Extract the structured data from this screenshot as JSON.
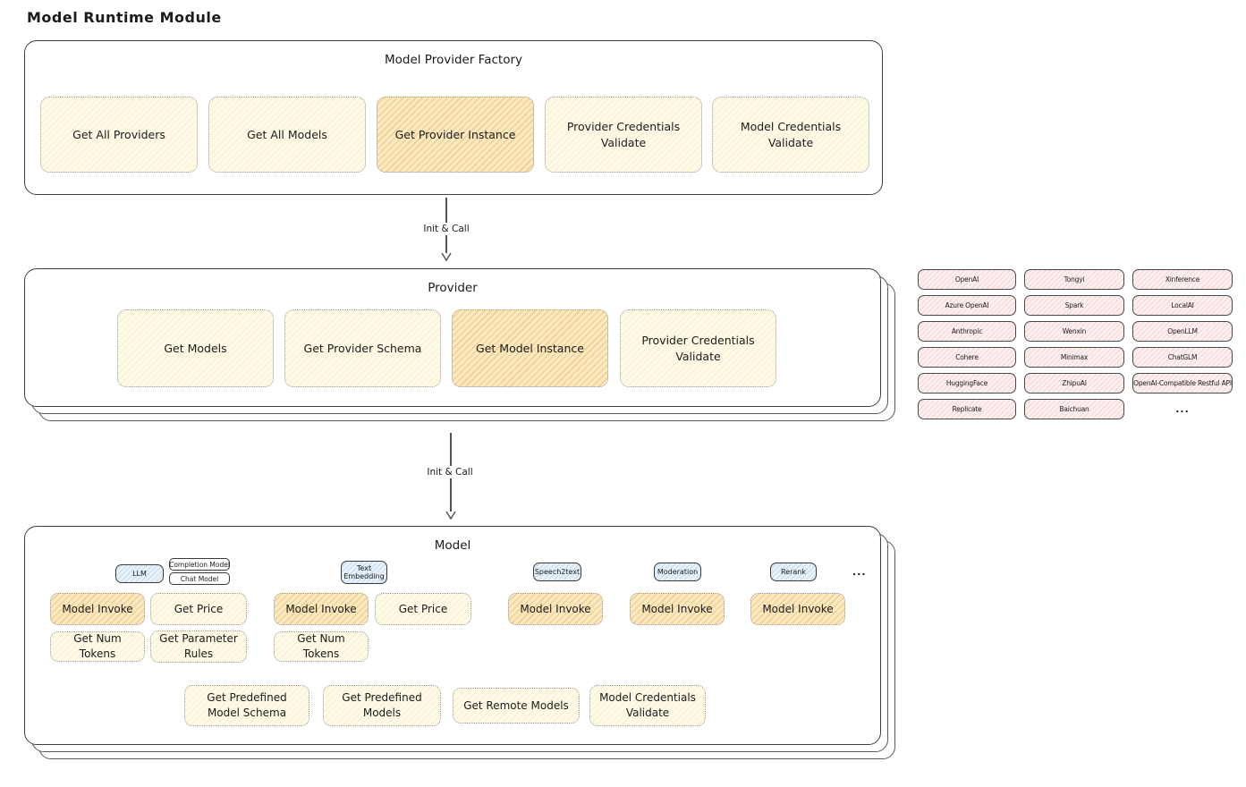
{
  "title": "Model Runtime Module",
  "colors": {
    "box_yellow": "#fefae8",
    "box_orange_highlight": "#faeac3",
    "box_pink": "#fdf0f0",
    "box_blue": "#e8f2fb",
    "stroke_dark": "#3f3f3f",
    "stroke_dotted": "#9b9b9b"
  },
  "factory": {
    "title": "Model Provider Factory",
    "ops": [
      {
        "label": "Get All Providers",
        "highlighted": false
      },
      {
        "label": "Get All Models",
        "highlighted": false
      },
      {
        "label": "Get Provider Instance",
        "highlighted": true
      },
      {
        "label": "Provider Credentials Validate",
        "highlighted": false
      },
      {
        "label": "Model Credentials Validate",
        "highlighted": false
      }
    ]
  },
  "arrow1": {
    "label": "Init & Call"
  },
  "provider": {
    "title": "Provider",
    "ops": [
      {
        "label": "Get Models",
        "highlighted": false
      },
      {
        "label": "Get Provider Schema",
        "highlighted": false
      },
      {
        "label": "Get Model Instance",
        "highlighted": true
      },
      {
        "label": "Provider Credentials Validate",
        "highlighted": false
      }
    ]
  },
  "provider_list": {
    "items": [
      "OpenAI",
      "Tongyi",
      "Xinference",
      "Azure OpenAI",
      "Spark",
      "LocalAI",
      "Anthropic",
      "Wenxin",
      "OpenLLM",
      "Cohere",
      "Minimax",
      "ChatGLM",
      "HuggingFace",
      "ZhipuAI",
      "OpenAI-Compatible Restful API",
      "Replicate",
      "Baichuan"
    ],
    "more": "..."
  },
  "arrow2": {
    "label": "Init & Call"
  },
  "model": {
    "title": "Model",
    "more": "...",
    "types": {
      "llm": "LLM",
      "completion": "Completion Model",
      "chat": "Chat Model",
      "text_embedding": "Text Embedding",
      "speech2text": "Speech2text",
      "moderation": "Moderation",
      "rerank": "Rerank"
    },
    "llm_ops": [
      {
        "label": "Model Invoke",
        "highlighted": true
      },
      {
        "label": "Get Price",
        "highlighted": false
      },
      {
        "label": "Get Num Tokens",
        "highlighted": false
      },
      {
        "label": "Get Parameter Rules",
        "highlighted": false
      }
    ],
    "text_embedding_ops": [
      {
        "label": "Model Invoke",
        "highlighted": true
      },
      {
        "label": "Get Price",
        "highlighted": false
      },
      {
        "label": "Get Num Tokens",
        "highlighted": false
      }
    ],
    "speech2text_ops": [
      {
        "label": "Model Invoke",
        "highlighted": true
      }
    ],
    "moderation_ops": [
      {
        "label": "Model Invoke",
        "highlighted": true
      }
    ],
    "rerank_ops": [
      {
        "label": "Model Invoke",
        "highlighted": true
      }
    ],
    "shared_ops": [
      {
        "label": "Get Predefined Model Schema",
        "highlighted": false
      },
      {
        "label": "Get Predefined Models",
        "highlighted": false
      },
      {
        "label": "Get Remote Models",
        "highlighted": false
      },
      {
        "label": "Model Credentials Validate",
        "highlighted": false
      }
    ]
  }
}
